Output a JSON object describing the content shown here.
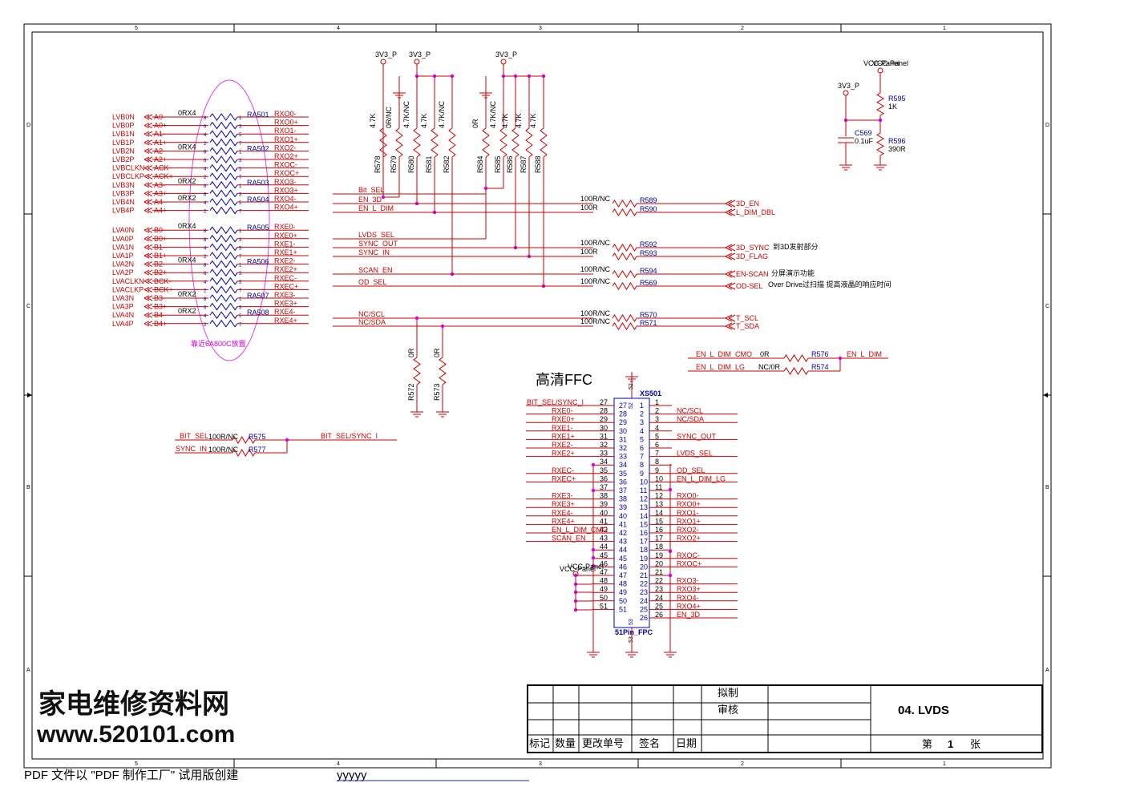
{
  "frame": {
    "columns": [
      "5",
      "4",
      "3",
      "2",
      "1"
    ],
    "rows": [
      "D",
      "C",
      "B",
      "A"
    ]
  },
  "left_nets": [
    "LVB0N",
    "LVB0P",
    "LVB1N",
    "LVB1P",
    "LVB2N",
    "LVB2P",
    "LVBCLKN",
    "LVBCLKP",
    "LVB3N",
    "LVB3P",
    "LVB4N",
    "LVB4P",
    "LVA0N",
    "LVA0P",
    "LVA1N",
    "LVA1P",
    "LVA2N",
    "LVA2P",
    "LVACLKN",
    "LVACLKP",
    "LVA3N",
    "LVA3P",
    "LVA4N",
    "LVA4P"
  ],
  "left_pins": [
    "A0-",
    "A0+",
    "A1-",
    "A1+",
    "A2-",
    "A2+",
    "ACK-",
    "ACK+",
    "A3-",
    "A3+",
    "A4-",
    "A4+",
    "B0-",
    "B0+",
    "B1-",
    "B1+",
    "B2-",
    "B2+",
    "BCK-",
    "BCK+",
    "B3-",
    "B3+",
    "B4-",
    "B4+"
  ],
  "right_pins": [
    "RXO0-",
    "RXO0+",
    "RXO1-",
    "RXO1+",
    "RXO2-",
    "RXO2+",
    "RXOC-",
    "RXOC+",
    "RXO3-",
    "RXO3+",
    "RXO4-",
    "RXO4+",
    "RXE0-",
    "RXE0+",
    "RXE1-",
    "RXE1+",
    "RXE2-",
    "RXE2+",
    "RXEC-",
    "RXEC+",
    "RXE3-",
    "RXE3+",
    "RXE4-",
    "RXE4+"
  ],
  "res_arrays": [
    {
      "ref": "RA501",
      "val": "0RX4"
    },
    {
      "ref": "RA502",
      "val": "0RX4"
    },
    {
      "ref": "RA503",
      "val": "0RX2"
    },
    {
      "ref": "RA504",
      "val": "0RX2"
    },
    {
      "ref": "RA505",
      "val": "0RX4"
    },
    {
      "ref": "RA506",
      "val": "0RX4"
    },
    {
      "ref": "RA507",
      "val": "0RX2"
    },
    {
      "ref": "RA508",
      "val": "0RX2"
    }
  ],
  "ellipse_note": "靠近6A800C放置",
  "power": {
    "v33": "3V3_P",
    "vccp": "VCC-Panel"
  },
  "pull_res": [
    {
      "ref": "R578",
      "val": "4.7K"
    },
    {
      "ref": "R579",
      "val": "0R/NC"
    },
    {
      "ref": "R580",
      "val": "4.7K/NC"
    },
    {
      "ref": "R581",
      "val": "4.7K"
    },
    {
      "ref": "R582",
      "val": "4.7K/NC"
    },
    {
      "ref": "R584",
      "val": "0R"
    },
    {
      "ref": "R585",
      "val": "4.7K/NC"
    },
    {
      "ref": "R586",
      "val": "4.7K"
    },
    {
      "ref": "R587",
      "val": "4.7K"
    },
    {
      "ref": "R588",
      "val": "4.7K"
    }
  ],
  "signals": [
    {
      "left": "Bit_SEL",
      "val": "",
      "ref": "",
      "right": ""
    },
    {
      "left": "EN_3D",
      "val": "100R/NC",
      "ref": "R589",
      "right": "3D_EN"
    },
    {
      "left": "EN_L_DIM",
      "val": "100R",
      "ref": "R590",
      "right": "L_DIM_DBL"
    },
    {
      "left": "LVDS_SEL",
      "val": "",
      "ref": "",
      "right": ""
    },
    {
      "left": "SYNC_OUT",
      "val": "100R/NC",
      "ref": "R592",
      "right": "3D_SYNC"
    },
    {
      "left": "SYNC_IN",
      "val": "100R",
      "ref": "R593",
      "right": "3D_FLAG"
    },
    {
      "left": "SCAN_EN",
      "val": "100R/NC",
      "ref": "R594",
      "right": "EN-SCAN"
    },
    {
      "left": "OD_SEL",
      "val": "100R/NC",
      "ref": "R569",
      "right": "OD-SEL"
    },
    {
      "left": "NC/SCL",
      "val": "100R/NC",
      "ref": "R570",
      "right": "T_SCL"
    },
    {
      "left": "NC/SDA",
      "val": "100R/NC",
      "ref": "R571",
      "right": "T_SDA"
    }
  ],
  "notes": {
    "sync_note": "到3D发射部分",
    "scan_note": "分屏演示功能",
    "od_note": "Over Drive过扫描 提高液晶的响应时间"
  },
  "i2c_res": [
    {
      "ref": "R572",
      "val": "0R"
    },
    {
      "ref": "R573",
      "val": "0R"
    }
  ],
  "vcc_circuit": {
    "r595": "R595",
    "r595v": "1K",
    "c569": "C569",
    "c569v": "0.1uF",
    "r596": "R596",
    "r596v": "390R"
  },
  "en_dim": {
    "net1": "EN_L_DIM_CMO",
    "val1": "0R",
    "ref1": "R576",
    "net2": "EN_L_DIM_LG",
    "val2": "NC/0R",
    "ref2": "R574",
    "out": "EN_L_DIM"
  },
  "ffc": {
    "title": "高清FFC",
    "ref": "XS501",
    "part": "51Pin_FPC",
    "left_pin_nums": [
      "27",
      "28",
      "29",
      "30",
      "31",
      "32",
      "33",
      "34",
      "35",
      "36",
      "37",
      "38",
      "39",
      "40",
      "41",
      "42",
      "43",
      "44",
      "45",
      "46",
      "47",
      "48",
      "49",
      "50",
      "51"
    ],
    "right_pin_nums": [
      "1",
      "2",
      "3",
      "4",
      "5",
      "6",
      "7",
      "8",
      "9",
      "10",
      "11",
      "12",
      "13",
      "14",
      "15",
      "16",
      "17",
      "18",
      "19",
      "20",
      "21",
      "22",
      "23",
      "24",
      "25",
      "26"
    ],
    "left_nets": [
      "BIT_SEL/SYNC_I",
      "RXE0-",
      "RXE0+",
      "RXE1-",
      "RXE1+",
      "RXE2-",
      "RXE2+",
      "",
      "RXEC-",
      "RXEC+",
      "",
      "RXE3-",
      "RXE3+",
      "RXE4-",
      "RXE4+",
      "EN_L_DIM_CMO",
      "SCAN_EN",
      "",
      "",
      "",
      "",
      "",
      "",
      "",
      ""
    ],
    "right_nets": [
      "",
      "NC/SCL",
      "NC/SDA",
      "",
      "SYNC_OUT",
      "",
      "LVDS_SEL",
      "",
      "OD_SEL",
      "EN_L_DIM_LG",
      "",
      "RXO0-",
      "RXO0+",
      "RXO1-",
      "RXO1+",
      "RXO2-",
      "RXO2+",
      "",
      "RXOC-",
      "RXOC+",
      "",
      "RXO3-",
      "RXO3+",
      "RXO4-",
      "RXO4+",
      "EN_3D"
    ],
    "s1": "52",
    "s2": "52",
    "s3": "53",
    "s4": "53"
  },
  "bitsel": {
    "in1": "BIT_SEL",
    "v1": "100R/NC",
    "r1": "R575",
    "in2": "SYNC_IN",
    "v2": "100R/NC",
    "r2": "R577",
    "out": "BIT_SEL/SYNC_I"
  },
  "title_block": {
    "draw": "拟制",
    "check": "审核",
    "h1": "标记",
    "h2": "数量",
    "h3": "更改单号",
    "h4": "签名",
    "h5": "日期",
    "title": "04. LVDS",
    "sheet_prefix": "第",
    "sheet_num": "1",
    "sheet_suffix": "张"
  },
  "watermark": {
    "cn": "家电维修资料网",
    "url": "www.520101.com"
  },
  "footer": {
    "text": "PDF 文件以 \"PDF 制作工厂\" 试用版创建",
    "link": "yyyyy"
  }
}
